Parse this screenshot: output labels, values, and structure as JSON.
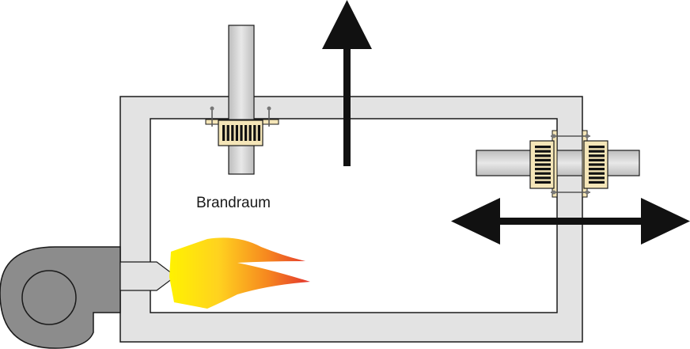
{
  "diagram": {
    "chamber_label": "Brandraum",
    "components": {
      "combustion_chamber": "combustion-chamber",
      "burner_fan": "burner-fan",
      "flame": "flame",
      "vertical_flue_pipe": "vertical-flue-pipe",
      "horizontal_pipe": "horizontal-pipe",
      "pipe_seals": "pipe-seal",
      "heat_arrow_vertical": "arrow-up",
      "heat_arrow_horizontal": "arrow-left-right"
    },
    "colors": {
      "wall_fill": "#e3e3e3",
      "wall_stroke": "#1a1a1a",
      "pipe_fill": "#cfcfcf",
      "fan_fill": "#8c8c8c",
      "seal_fill": "#f5e6b8",
      "seal_slots": "#111111",
      "flame_inner": "#ffe600",
      "flame_outer": "#e3342f",
      "arrow": "#111111"
    }
  }
}
